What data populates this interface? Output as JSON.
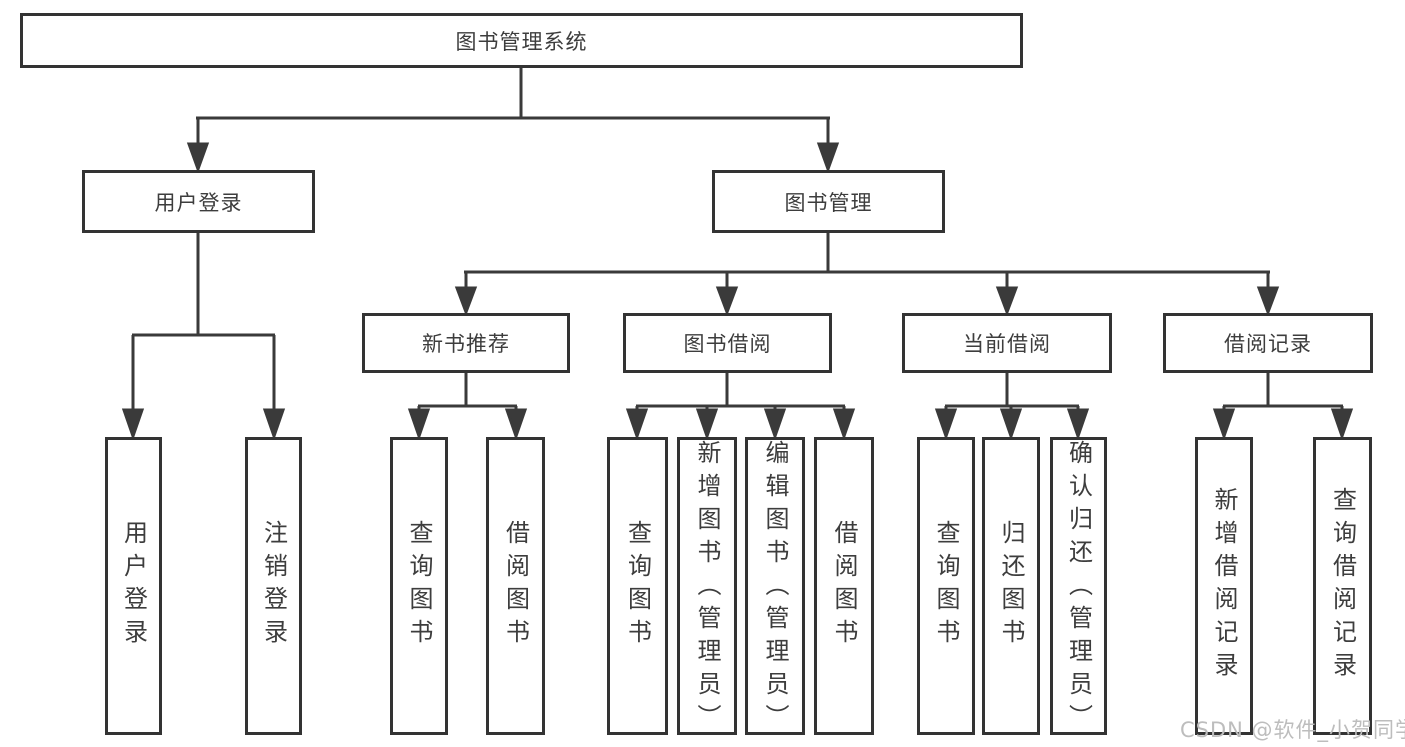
{
  "tree": {
    "label": "图书管理系统",
    "children": [
      {
        "label": "用户登录",
        "children": [
          {
            "label": "用户登录"
          },
          {
            "label": "注销登录"
          }
        ]
      },
      {
        "label": "图书管理",
        "children": [
          {
            "label": "新书推荐",
            "children": [
              {
                "label": "查询图书"
              },
              {
                "label": "借阅图书"
              }
            ]
          },
          {
            "label": "图书借阅",
            "children": [
              {
                "label": "查询图书"
              },
              {
                "label": "新增图书（管理员）"
              },
              {
                "label": "编辑图书（管理员）"
              },
              {
                "label": "借阅图书"
              }
            ]
          },
          {
            "label": "当前借阅",
            "children": [
              {
                "label": "查询图书"
              },
              {
                "label": "归还图书"
              },
              {
                "label": "确认归还（管理员）"
              }
            ]
          },
          {
            "label": "借阅记录",
            "children": [
              {
                "label": "新增借阅记录"
              },
              {
                "label": "查询借阅记录"
              }
            ]
          }
        ]
      }
    ]
  },
  "watermark": "CSDN @软件_小贺同学",
  "colors": {
    "line": "#3a3a3a",
    "box_border": "#333333",
    "text": "#3d3d3d",
    "watermark": "#bdbdbd",
    "background": "#ffffff"
  }
}
